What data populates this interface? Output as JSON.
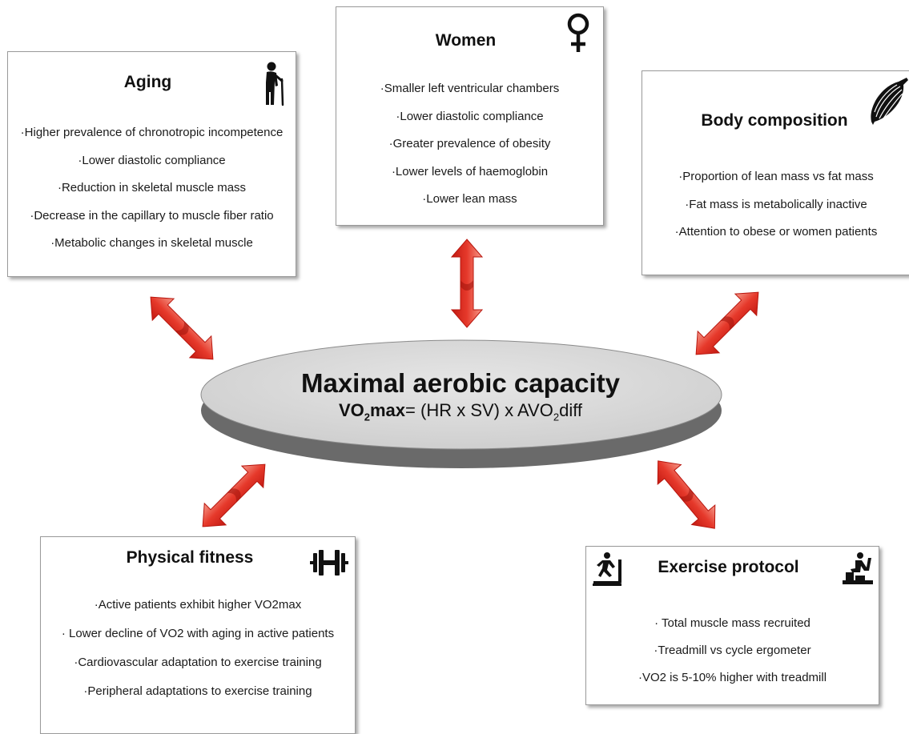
{
  "center": {
    "title": "Maximal aerobic capacity",
    "formula_vo": "VO",
    "formula_vo_sub": "2",
    "formula_max": "max",
    "formula_rest_1": "= (HR x SV) x AVO",
    "formula_rest_sub": "2",
    "formula_rest_2": "diff"
  },
  "boxes": {
    "aging": {
      "title": "Aging",
      "icon": "elderly-person-with-cane-icon",
      "items": [
        "·Higher prevalence of chronotropic incompetence",
        "·Lower diastolic compliance",
        "·Reduction in skeletal muscle mass",
        "·Decrease in the capillary to muscle fiber ratio",
        "·Metabolic changes in skeletal muscle"
      ]
    },
    "women": {
      "title": "Women",
      "icon": "female-symbol-icon",
      "items": [
        "·Smaller left ventricular chambers",
        "·Lower diastolic compliance",
        "·Greater prevalence of obesity",
        "·Lower levels of haemoglobin",
        "·Lower lean mass"
      ]
    },
    "body_composition": {
      "title": "Body composition",
      "icon": "muscle-icon",
      "items": [
        "·Proportion of lean mass vs fat mass",
        "·Fat mass is metabolically inactive",
        "·Attention to obese or women patients"
      ]
    },
    "physical_fitness": {
      "title": "Physical fitness",
      "icon": "dumbbell-icon",
      "items": [
        "·Active patients exhibit higher VO2max",
        "· Lower decline of VO2 with aging in active patients",
        "·Cardiovascular adaptation to exercise training",
        "·Peripheral adaptations to exercise training"
      ]
    },
    "exercise_protocol": {
      "title": "Exercise protocol",
      "icons": [
        "treadmill-runner-icon",
        "cycle-ergometer-icon"
      ],
      "items": [
        "· Total muscle mass recruited",
        "·Treadmill vs cycle ergometer",
        "·VO2 is 5-10% higher with treadmill"
      ]
    }
  },
  "colors": {
    "arrow_light": "#f08070",
    "arrow_dark": "#d62015",
    "ellipse_top": "#dcdcdc",
    "ellipse_side": "#6e6e6e",
    "box_border": "#9a9a9a"
  }
}
